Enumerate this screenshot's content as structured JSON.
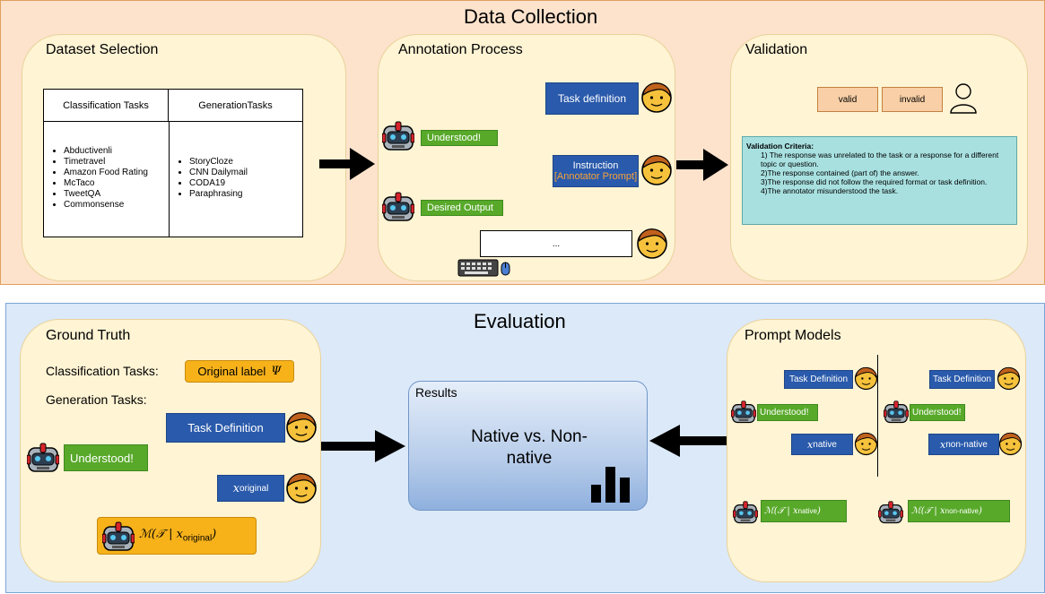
{
  "top": {
    "title": "Data Collection",
    "dataset_selection": {
      "title": "Dataset Selection",
      "col1_header": "Classification Tasks",
      "col2_header": "GenerationTasks",
      "col1_items": [
        "Abductivenli",
        "Timetravel",
        "Amazon Food Rating",
        "McTaco",
        "TweetQA",
        "Commonsense"
      ],
      "col2_items": [
        "StoryCloze",
        "CNN Dailymail",
        "CODA19",
        "Paraphrasing"
      ]
    },
    "annotation": {
      "title": "Annotation Process",
      "task_definition": "Task definition",
      "understood": "Understood!",
      "instruction": "Instruction",
      "annotator_prompt": "[Annotator Prompt]",
      "desired_output": "Desired Output",
      "ellipsis": "..."
    },
    "validation": {
      "title": "Validation",
      "valid": "valid",
      "invalid": "invalid",
      "criteria_title": "Validation Criteria:",
      "criteria": [
        "1) The response was unrelated to the task or a response for a different topic or question.",
        "2)The response contained (part of) the answer.",
        "3)The response did not follow the required format or task definition.",
        "4)The annotator misunderstood the task."
      ]
    }
  },
  "bottom": {
    "title": "Evaluation",
    "ground_truth": {
      "title": "Ground Truth",
      "classification_label": "Classification Tasks:",
      "original_label": "Original label",
      "psi": "Ψ",
      "generation_label": "Generation Tasks:",
      "task_definition": "Task Definition",
      "understood": "Understood!",
      "x": "x",
      "x_sub": "original",
      "model_output": "ℳ(𝒯 | x",
      "model_sub": "original",
      "model_close": ")"
    },
    "results": {
      "title": "Results",
      "text": "Native vs. Non-native"
    },
    "prompt_models": {
      "title": "Prompt Models",
      "task_definition": "Task Definition",
      "understood": "Understood!",
      "x": "x",
      "native_sub": "native",
      "nonnative_sub": "non-native",
      "model_native": "ℳ(𝒯 | x",
      "model_close": ")"
    }
  },
  "colors": {
    "blue_box": "#2a5aab",
    "green_box": "#58a92a",
    "orange_box": "#f7b21a",
    "panel": "#fff4d4",
    "top_bg": "#fde3cc",
    "bottom_bg": "#dce9f8"
  }
}
